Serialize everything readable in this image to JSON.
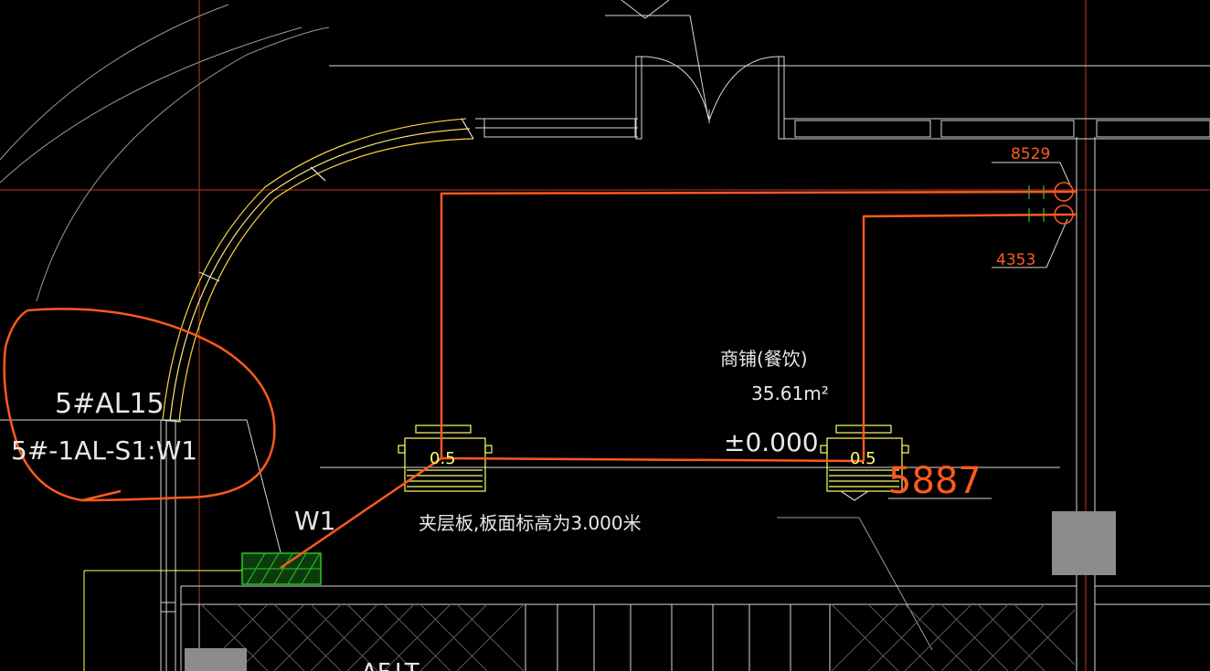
{
  "drawing": {
    "panel_tag": "5#AL15",
    "circuit_ref": "5#-1AL-S1:W1",
    "circuit_short": "W1",
    "room_name": "商铺(餐饮)",
    "room_area": "35.61m²",
    "floor_level": "±0.000",
    "mezzanine_note": "夹层板,板面标高为3.000米",
    "fixture_left_value": "0.5",
    "fixture_right_value": "0.5",
    "ref_number_top": "8529",
    "ref_number_bottom": "4353",
    "ref_number_large": "5887",
    "bottom_partial_text": "AF.LT"
  },
  "colors": {
    "background": "#000000",
    "wall": "#e0e0e0",
    "grid_axis": "#c0392b",
    "annotation": "#ff5a1e",
    "duct": "#ffd23c",
    "conduit_green": "#22cc22",
    "cable_tray": "#ffff66"
  }
}
